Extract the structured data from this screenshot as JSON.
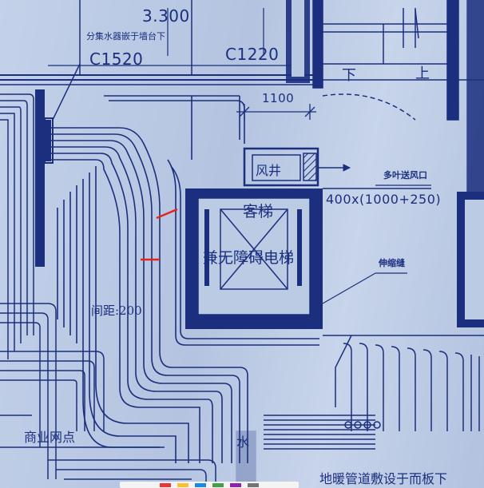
{
  "labels": {
    "dim_3300": "3.300",
    "window_c1520": "C1520",
    "window_c1220": "C1220",
    "note_top": "分集水器嵌于墙台下",
    "dim_1100": "1100",
    "shaft": "风井",
    "vent_note": "多叶送风口",
    "vent_size": "400x(1000+250)",
    "elevator_1": "客梯",
    "elevator_2": "兼无障碍电梯",
    "pipe_note": "伸缩缝",
    "spacing": "间距:200",
    "stair_down": "下",
    "stair_up": "上",
    "shop": "商业网点",
    "bottom_note": "地暖管道敷设于而板下",
    "water_fragment": "水"
  },
  "colors": {
    "ink": "#1b2f7e",
    "paper": "#bccbe4",
    "red_mark": "#e8231f"
  },
  "palette": [
    "#e53935",
    "#fbc02d",
    "#1e88e5",
    "#43a047",
    "#8e24aa",
    "#757575"
  ]
}
